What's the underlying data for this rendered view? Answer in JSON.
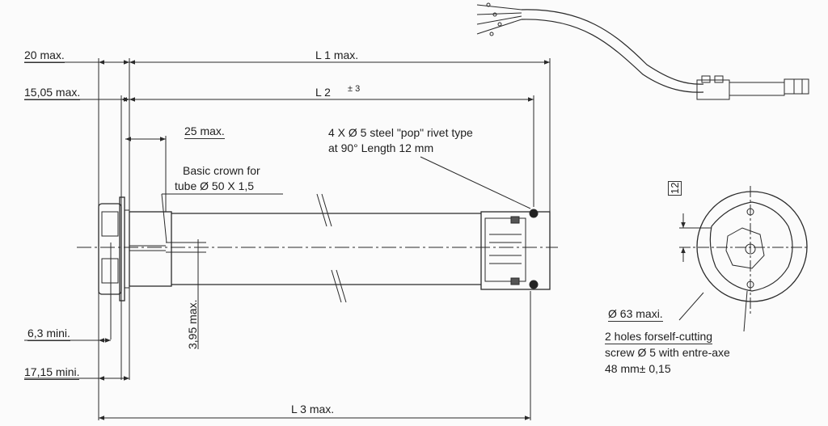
{
  "labels": {
    "l1": "L 1 max.",
    "l2": "L 2",
    "l2_tol": "± 3",
    "l3": "L 3 max.",
    "d20": "20 max.",
    "d1505": "15,05 max.",
    "d25": "25 max.",
    "crown_1": "Basic crown for",
    "crown_2": "tube Ø 50 X 1,5",
    "rivet_1": "4 X Ø 5 steel \"pop\" rivet type",
    "rivet_2": "at 90° Length 12 mm",
    "d63": "6,3 mini.",
    "d1715": "17,15 mini.",
    "d395": "3,95 max.",
    "d12": "12",
    "d_63": "Ø 63 maxi.",
    "holes_1": "2 holes forself-cutting",
    "holes_2": "screw Ø 5 with entre-axe",
    "holes_3": "48 mm± 0,15"
  },
  "colors": {
    "line": "#2a2a2a",
    "paper": "#fbfbfb"
  }
}
